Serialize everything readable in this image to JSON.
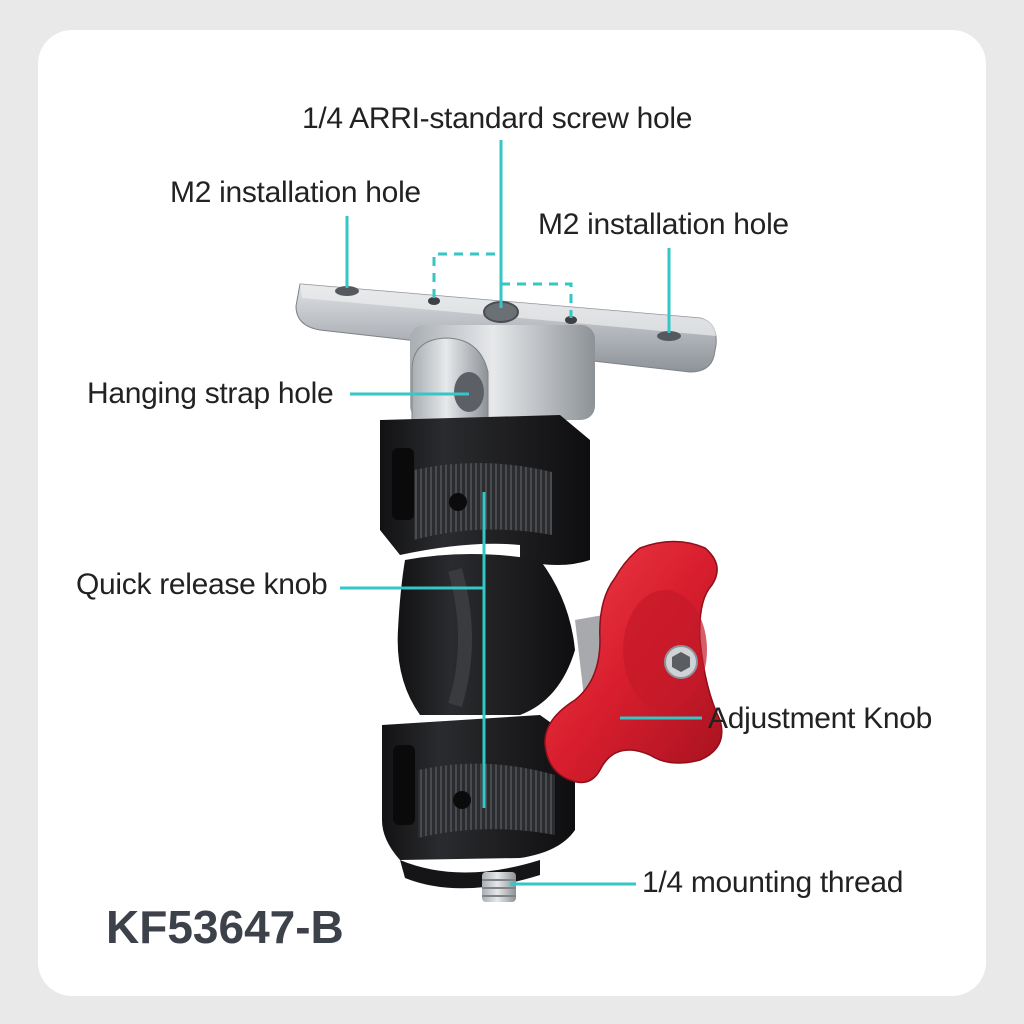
{
  "labels": {
    "arri_screw_hole": "1/4 ARRI-standard screw hole",
    "m2_hole_left": "M2 installation hole",
    "m2_hole_right": "M2 installation hole",
    "hanging_strap_hole": "Hanging strap hole",
    "quick_release_knob": "Quick release knob",
    "adjustment_knob": "Adjustment Knob",
    "mounting_thread": "1/4 mounting thread"
  },
  "model_number": "KF53647-B",
  "colors": {
    "callout_line": "#35c6c6",
    "knob_red": "#d81e2e",
    "body_black": "#1c1c1e",
    "plate_silver": "#b9bdc2",
    "text": "#222222",
    "model_text": "#3d4149"
  }
}
